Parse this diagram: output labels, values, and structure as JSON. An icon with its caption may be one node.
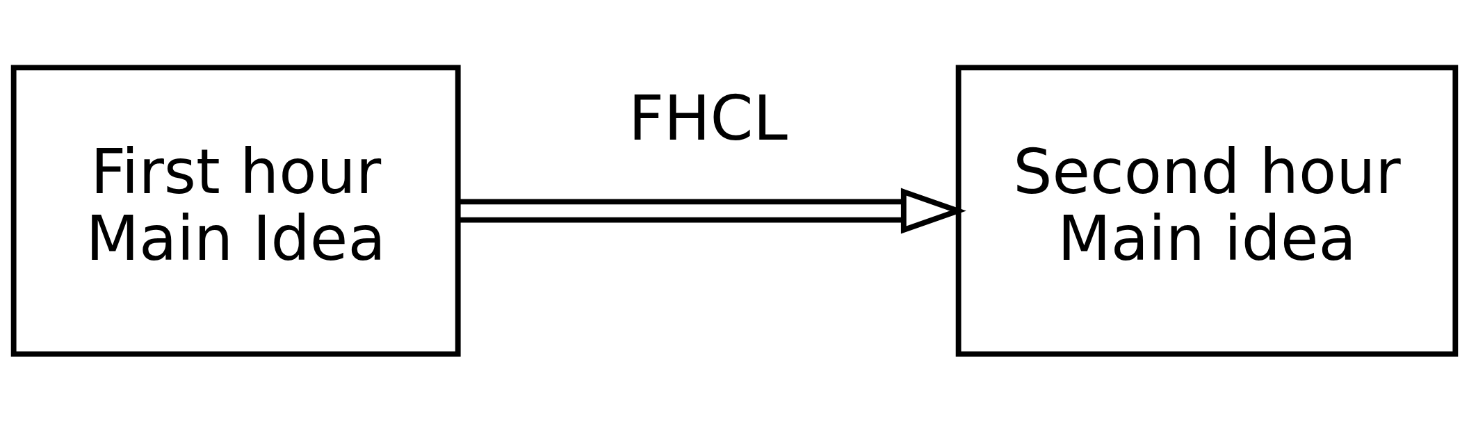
{
  "diagram": {
    "nodes": [
      {
        "text": [
          "First hour",
          "Main Idea"
        ]
      },
      {
        "text": [
          "Second hour",
          "Main idea"
        ]
      }
    ],
    "edges": [
      {
        "from": 0,
        "to": 1,
        "arrow": "to",
        "label": "FHCL"
      }
    ]
  }
}
